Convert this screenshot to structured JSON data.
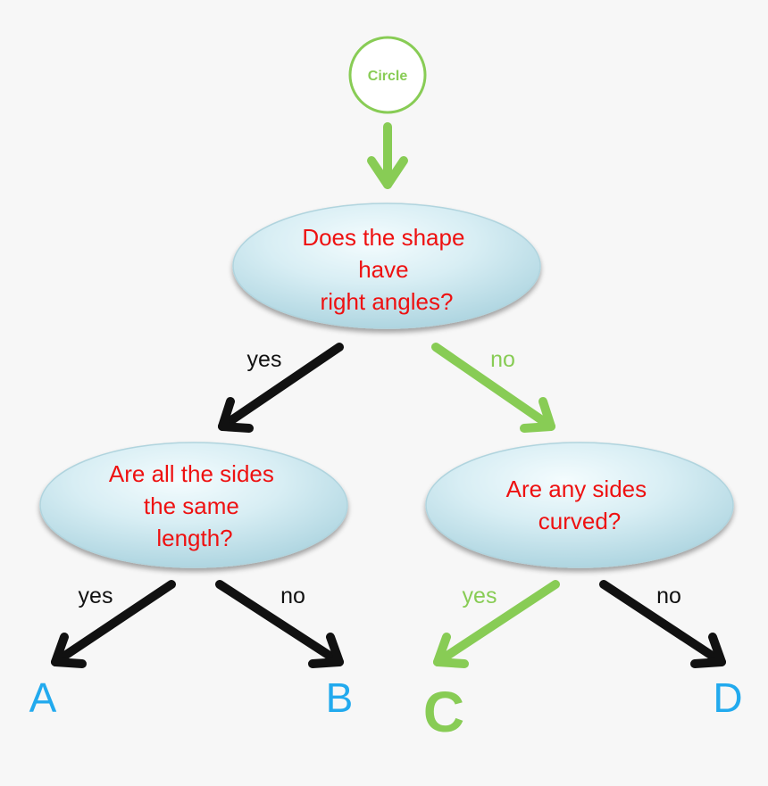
{
  "colors": {
    "background": "#f7f7f7",
    "question_text": "#ee1111",
    "green": "#88cc55",
    "black": "#111111",
    "blue_outcome": "#22aaee",
    "bubble_fill_light": "#f2fbfd",
    "bubble_fill_dark": "#b8dce6"
  },
  "start": {
    "label": "Circle"
  },
  "q1": {
    "lines": [
      "Does the shape",
      "have",
      "right angles?"
    ]
  },
  "q2": {
    "lines": [
      "Are all the sides",
      "the same",
      "length?"
    ]
  },
  "q3": {
    "lines": [
      "Are any sides",
      "curved?"
    ]
  },
  "edges": {
    "q1_yes": "yes",
    "q1_no": "no",
    "q2_yes": "yes",
    "q2_no": "no",
    "q3_yes": "yes",
    "q3_no": "no"
  },
  "outcomes": {
    "a": "A",
    "b": "B",
    "c": "C",
    "d": "D"
  }
}
